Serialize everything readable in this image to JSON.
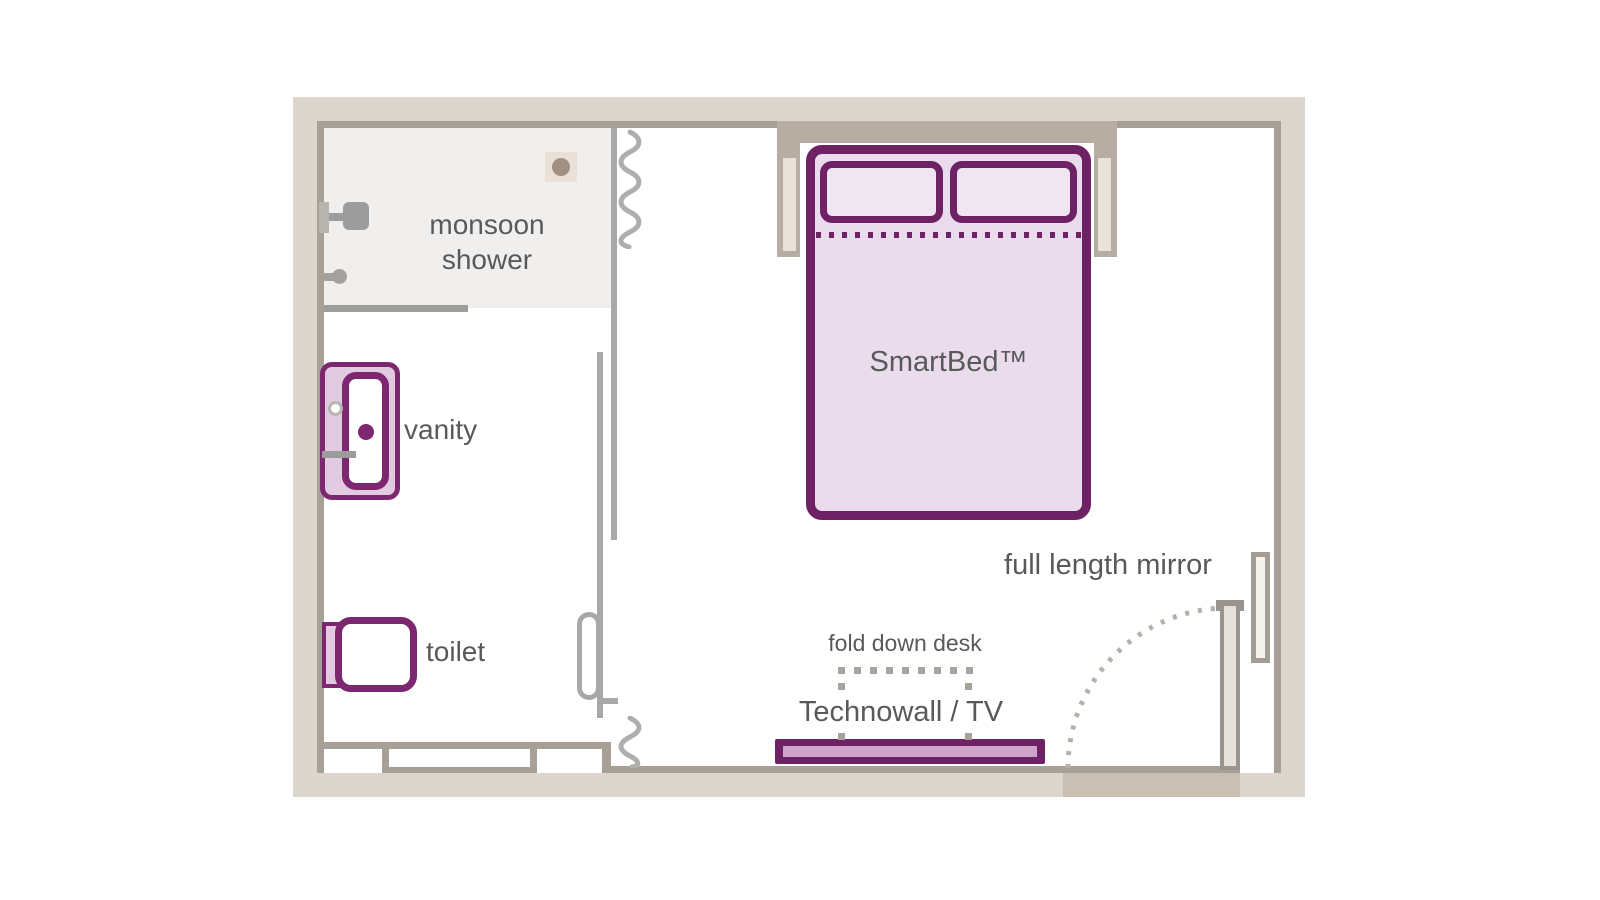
{
  "figure": {
    "type": "floor-plan",
    "description": "Hotel cabin room floor plan with en-suite bathroom"
  },
  "labels": {
    "shower": "monsoon shower",
    "vanity": "vanity",
    "toilet": "toilet",
    "bed": "SmartBed™",
    "desk": "fold down desk",
    "technowall": "Technowall / TV",
    "mirror": "full length mirror"
  },
  "zones": {
    "bathroom": [
      "monsoon shower",
      "vanity",
      "toilet"
    ],
    "bedroom": [
      "SmartBed™",
      "fold down desk",
      "Technowall / TV",
      "full length mirror"
    ]
  },
  "colors": {
    "wall_fill": "#ddd6ce",
    "wall_line": "#a6a096",
    "threshold": "#c9c0b4",
    "headboard": "#b7ada3",
    "headboard_inner": "#e8e2d9",
    "furniture_outline": "#6e2164",
    "bathroom_outline": "#7c2770",
    "bed_fill": "#eadcec",
    "pillow_fill": "#f0e6f1",
    "lilac_fill": "#e2cbe0",
    "technowall_strip": "#cfa3ca",
    "fixture_gray": "#9c9c9c",
    "glass_line": "#a8a8a8",
    "shower_floor": "#f0efee",
    "text": "#58595b"
  }
}
